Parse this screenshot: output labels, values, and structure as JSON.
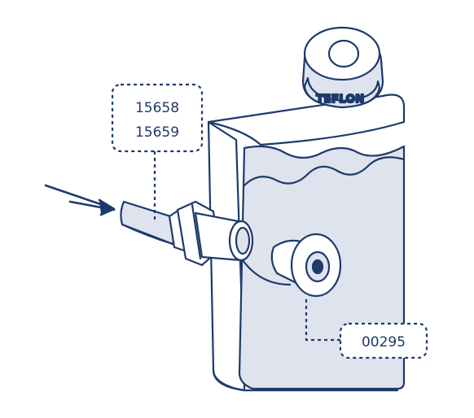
{
  "colors": {
    "line": "#1d3a6b",
    "fill_light": "#dfe3ee",
    "fill_white": "#ffffff"
  },
  "tape_label": "TEFLON",
  "callouts": {
    "hose_parts": {
      "line1": "15658",
      "line2": "15659"
    },
    "outlet_part": {
      "line1": "00295"
    }
  },
  "icons": {
    "flow_arrow": "double-arrow-right",
    "tape_roll": "teflon-tape-roll"
  }
}
